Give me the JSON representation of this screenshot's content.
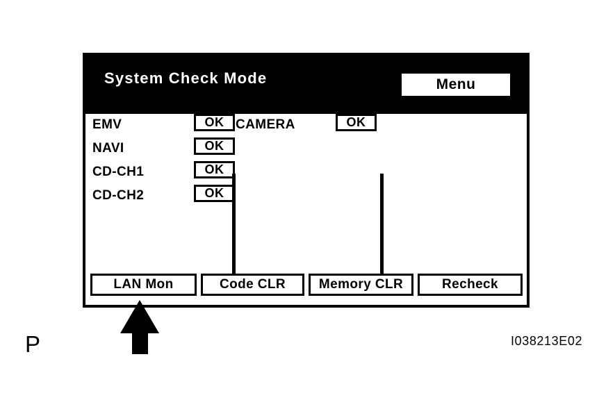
{
  "figure": {
    "position_label": "P",
    "code": "I038213E02",
    "callout_arrow_target": "LAN Mon"
  },
  "screen": {
    "header": {
      "title": "System Check Mode",
      "menu_button_label": "Menu"
    },
    "results": {
      "columns": [
        {
          "rows": [
            {
              "label": "EMV",
              "status": "OK"
            },
            {
              "label": "NAVI",
              "status": "OK"
            },
            {
              "label": "CD-CH1",
              "status": "OK"
            },
            {
              "label": "CD-CH2",
              "status": "OK"
            }
          ]
        },
        {
          "rows": [
            {
              "label": "CAMERA",
              "status": "OK"
            }
          ]
        }
      ]
    },
    "softkeys": [
      {
        "label": "LAN Mon"
      },
      {
        "label": "Code CLR"
      },
      {
        "label": "Memory CLR"
      },
      {
        "label": "Recheck"
      }
    ],
    "colors": {
      "header_background": "#000000",
      "header_text": "#ffffff",
      "screen_background": "#ffffff",
      "outline": "#000000"
    }
  }
}
